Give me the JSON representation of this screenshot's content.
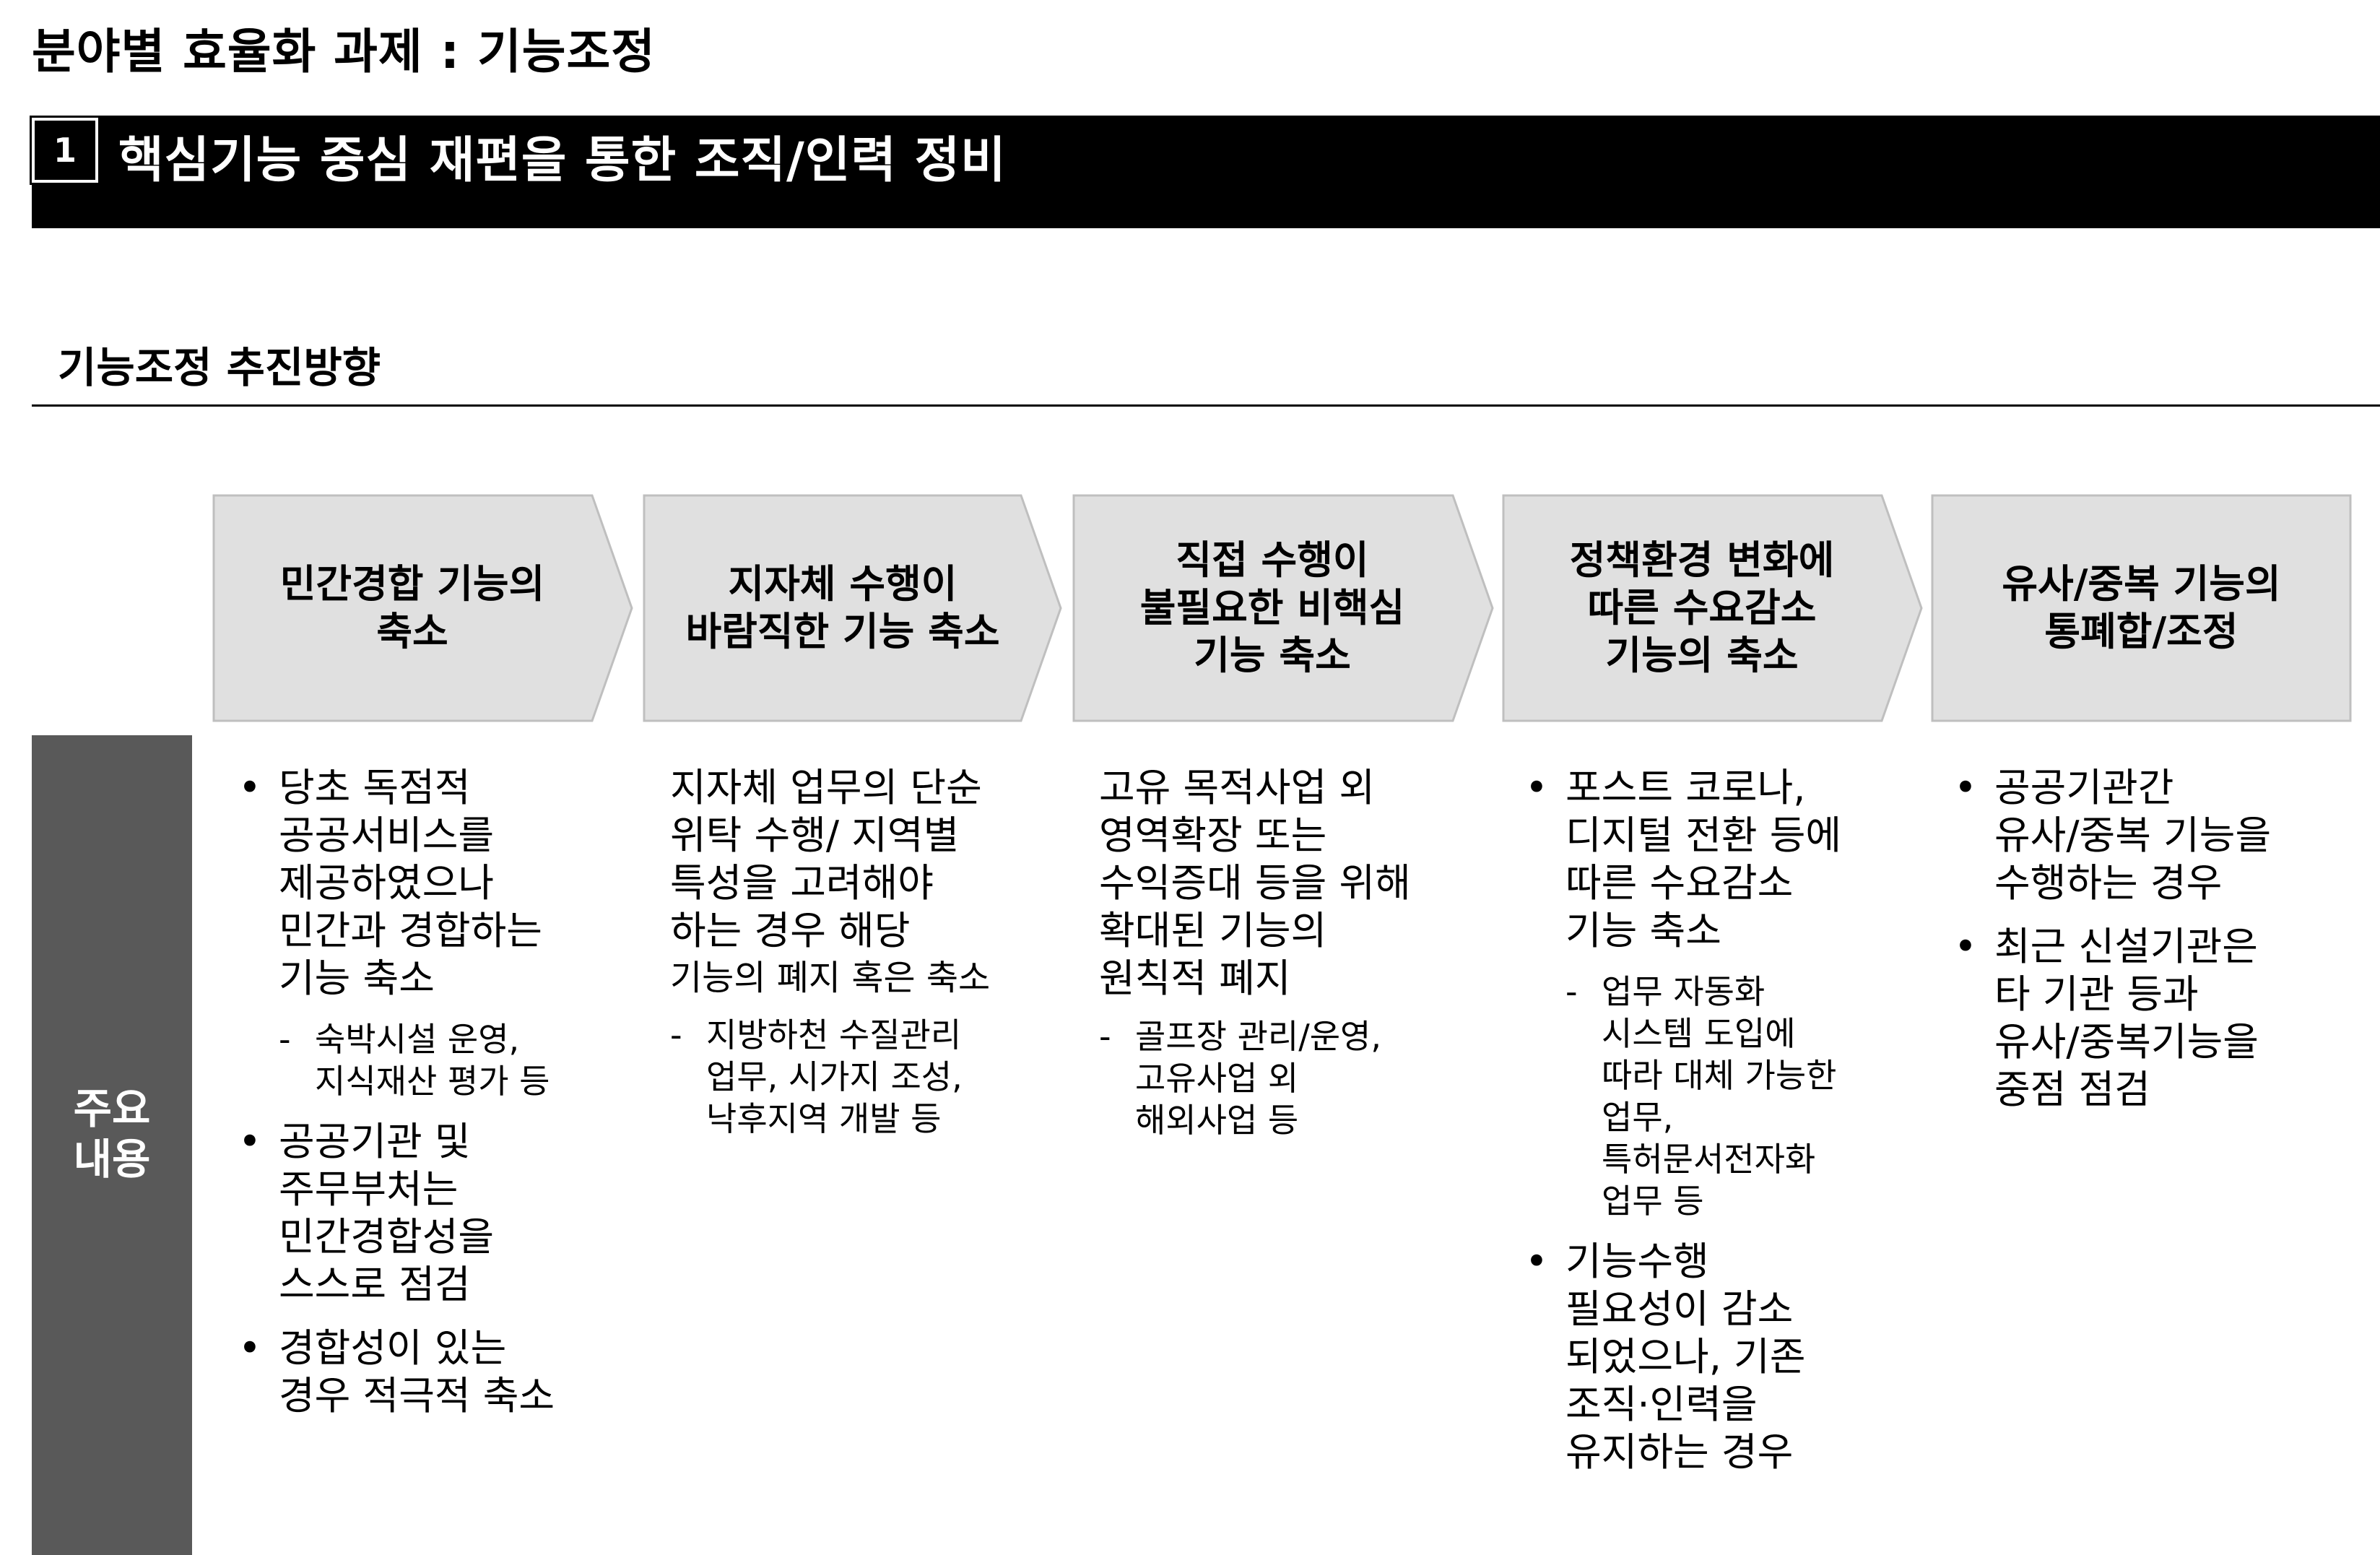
{
  "page": {
    "title": "분야별 효율화 과제 : 기능조정",
    "section_number": "1",
    "section_title": "핵심기능 중심 재편을 통한 조직/인력 정비",
    "sub_heading": "기능조정 추진방향",
    "side_label": "주요\n내용"
  },
  "chevrons": [
    "민간경합 기능의\n축소",
    "지자체 수행이\n바람직한 기능 축소",
    "직접 수행이\n불필요한 비핵심\n기능 축소",
    "정책환경 변화에\n따른 수요감소\n기능의 축소",
    "유사/중복 기능의\n통폐합/조정"
  ],
  "columns": {
    "c1": {
      "b1": "당초 독점적\n공공서비스를\n제공하였으나\n민간과 경합하는\n기능 축소",
      "s1": "숙박시설 운영,\n지식재산 평가 등",
      "b2": "공공기관 및\n주무부처는\n민간경합성을\n스스로 점검",
      "b3": "경합성이 있는\n경우 적극적 축소"
    },
    "c2": {
      "t1": "지자체 업무의 단순\n위탁 수행/ 지역별\n특성을 고려해야\n하는 경우 해당",
      "t1b": "기능의 폐지 혹은 축소",
      "s1": "지방하천 수질관리\n업무, 시가지 조성,\n낙후지역 개발 등"
    },
    "c3": {
      "t1": "고유 목적사업 외\n영역확장 또는\n수익증대 등을 위해\n확대된 기능의\n원칙적 폐지",
      "s1": "골프장 관리/운영,\n고유사업 외\n해외사업 등"
    },
    "c4": {
      "b1": "포스트 코로나,\n디지털 전환 등에\n따른 수요감소\n기능 축소",
      "s1": "업무 자동화\n시스템 도입에\n따라 대체 가능한\n업무,\n특허문서전자화\n업무 등",
      "b2": "기능수행\n필요성이 감소\n되었으나, 기존\n조직·인력을\n유지하는 경우"
    },
    "c5": {
      "b1": "공공기관간\n유사/중복 기능을\n수행하는 경우",
      "b2": "최근 신설기관은\n타 기관 등과\n유사/중복기능을\n중점 점검"
    }
  },
  "symbols": {
    "bullet": "•",
    "dash": "-"
  },
  "colors": {
    "chevron_fill": "#e0e0e0",
    "chevron_stroke": "#bfbfbf",
    "side_box": "#595959",
    "section_bar": "#000000"
  }
}
